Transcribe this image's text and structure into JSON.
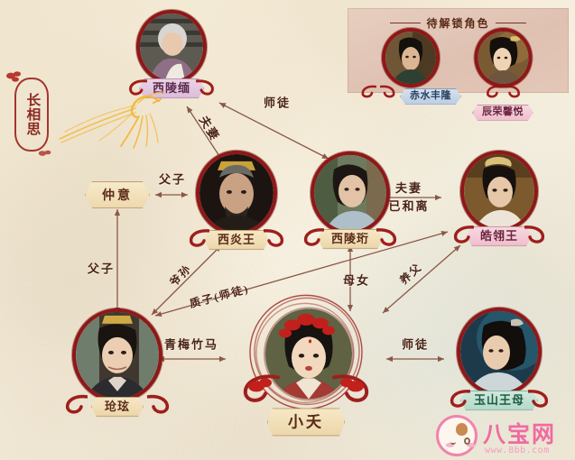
{
  "title_seal": "长相思",
  "unlock_panel": {
    "heading": "待解锁角色",
    "characters": [
      {
        "name": "赤水丰隆",
        "tag_color": "blue"
      },
      {
        "name": "辰荣馨悦",
        "tag_color": "pink"
      }
    ]
  },
  "characters": [
    {
      "id": "xiling_mian",
      "name": "西陵缅",
      "tag_color": "purple"
    },
    {
      "id": "zhongyi",
      "name": "仲意",
      "tag_color": "cream"
    },
    {
      "id": "xiyan_wang",
      "name": "西炎王",
      "tag_color": "cream"
    },
    {
      "id": "xiling_heng",
      "name": "西陵珩",
      "tag_color": "cream"
    },
    {
      "id": "haoling_wang",
      "name": "皓翎王",
      "tag_color": "pink"
    },
    {
      "id": "qiangxuan",
      "name": "玱玹",
      "tag_color": "cream"
    },
    {
      "id": "xiaoyao",
      "name": "小夭",
      "tag_color": "cream"
    },
    {
      "id": "yushan_wangmu",
      "name": "玉山王母",
      "tag_color": "teal"
    }
  ],
  "relations": [
    {
      "id": "r1",
      "label": "夫妻",
      "from": "西陵缅",
      "to": "西炎王"
    },
    {
      "id": "r2",
      "label": "师徒",
      "from": "西陵缅",
      "to": "西陵珩"
    },
    {
      "id": "r3",
      "label": "父子",
      "from": "仲意",
      "to": "西炎王"
    },
    {
      "id": "r4",
      "label": "父子",
      "from": "仲意",
      "to": "玱玹"
    },
    {
      "id": "r5",
      "label": "夫妻",
      "sub": "已和离",
      "from": "西陵珩",
      "to": "皓翎王"
    },
    {
      "id": "r6",
      "label": "爷孙",
      "from": "玱玹",
      "to": "西炎王"
    },
    {
      "id": "r7",
      "label": "质子(师徒)",
      "from": "玱玹",
      "to": "皓翎王"
    },
    {
      "id": "r8",
      "label": "母女",
      "from": "西陵珩",
      "to": "小夭"
    },
    {
      "id": "r9",
      "label": "养父",
      "from": "皓翎王",
      "to": "小夭"
    },
    {
      "id": "r10",
      "label": "青梅竹马",
      "from": "玱玹",
      "to": "小夭"
    },
    {
      "id": "r11",
      "label": "师徒",
      "from": "小夭",
      "to": "玉山王母"
    }
  ],
  "watermark": {
    "name": "八宝网",
    "url": "www.8bb.com"
  },
  "colors": {
    "ring": "#8e1818",
    "paper": "#f4ead6",
    "panel_bg": "#e3c7b7",
    "text": "#4a2317"
  }
}
